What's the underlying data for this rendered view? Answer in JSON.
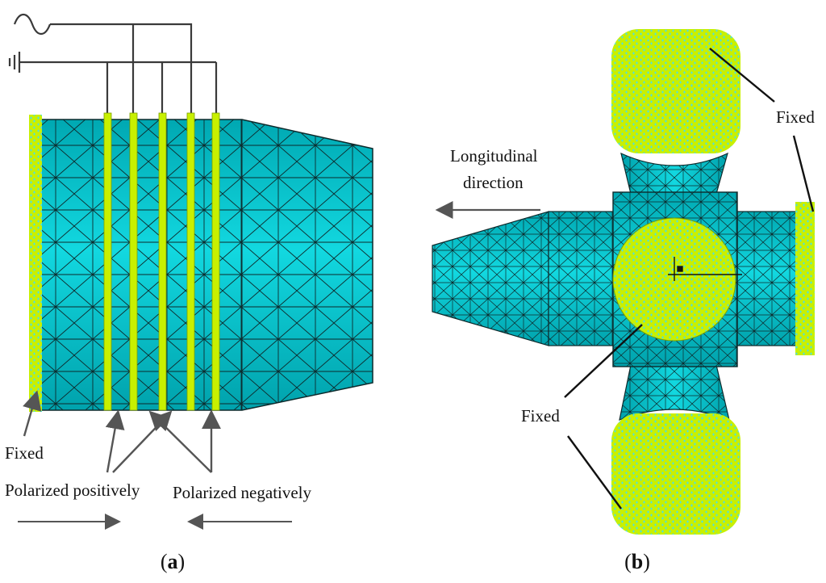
{
  "panels": [
    {
      "id": "a",
      "caption": "a",
      "labels": {
        "fixed": "Fixed",
        "pos": "Polarized positively",
        "neg": "Polarized negatively"
      }
    },
    {
      "id": "b",
      "caption": "b",
      "labels": {
        "longitudinal_line1": "Longitudinal",
        "longitudinal_line2": "direction",
        "fixed_right": "Fixed",
        "fixed_center": "Fixed"
      }
    }
  ],
  "colors": {
    "mesh_fill": "#00c4cc",
    "mesh_line": "#0d2a2c",
    "constraint": "#c8f000",
    "constraint_mark": "#4ae0e8",
    "wire": "#3a3a3a",
    "arrow": "#555555"
  },
  "icons": [
    "ac-source-icon",
    "ground-icon"
  ]
}
